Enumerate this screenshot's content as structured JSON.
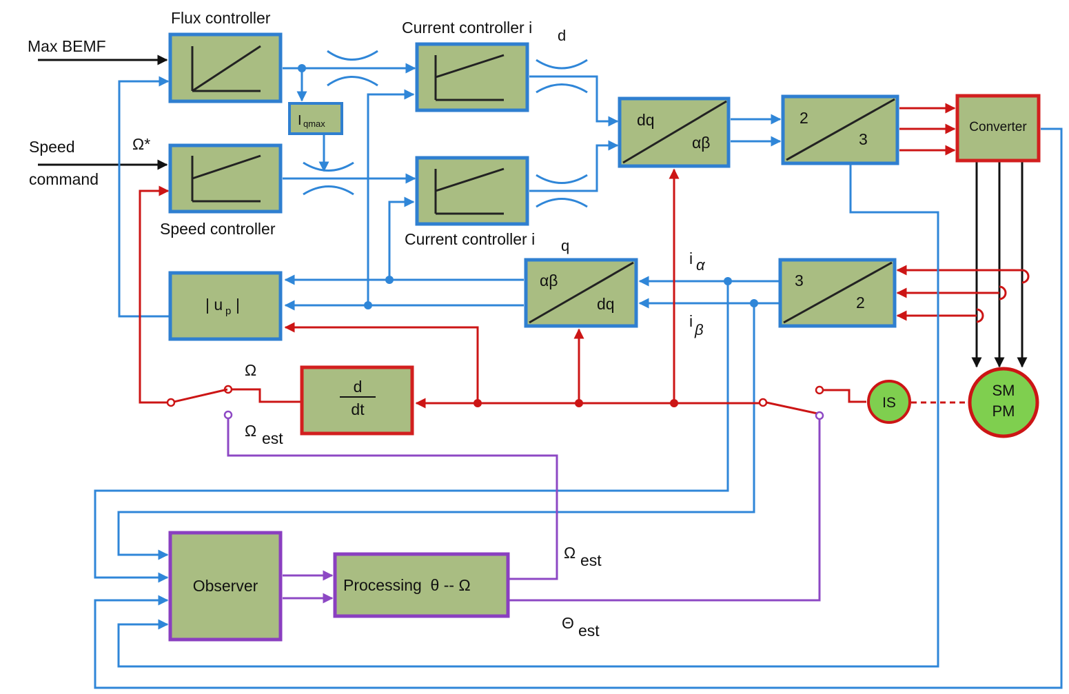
{
  "labels": {
    "flux_controller": "Flux controller",
    "current_controller_d": "Current controller i",
    "current_controller_d_sub": "d",
    "current_controller_q": "Current controller i",
    "current_controller_q_sub": "q",
    "speed_controller": "Speed controller",
    "max_bemf": "Max BEMF",
    "speed": "Speed",
    "command": "command",
    "omega_star": "Ω*",
    "omega": "Ω",
    "omega_est_1": "Ω",
    "omega_est_1_sub": "est",
    "omega_est_2": "Ω",
    "omega_est_2_sub": "est",
    "theta_est": "Θ",
    "theta_est_sub": "est",
    "i_alpha": "i",
    "i_alpha_sub": "α",
    "i_beta": "i",
    "i_beta_sub": "β"
  },
  "blocks": {
    "iqmax": "I",
    "iqmax_sub": "qmax",
    "dq_ab_top": "dq",
    "dq_ab_bottom": "αβ",
    "two_three_top": "2",
    "two_three_bottom": "3",
    "converter": "Converter",
    "ab_dq_top": "αβ",
    "ab_dq_bottom": "dq",
    "three_two_top": "3",
    "three_two_bottom": "2",
    "up_left": "| u",
    "up_sub": "p",
    "up_right": "|",
    "ddt_num": "d",
    "ddt_den": "dt",
    "is": "IS",
    "sm": "SM",
    "pm": "PM",
    "observer": "Observer",
    "processing": "Processing  θ -- Ω"
  },
  "colors": {
    "block_fill": "#a9bd82",
    "blue": "#2f86d8",
    "red": "#cc1515",
    "purple": "#8d48c4",
    "motor_fill": "#7fcf4f"
  }
}
